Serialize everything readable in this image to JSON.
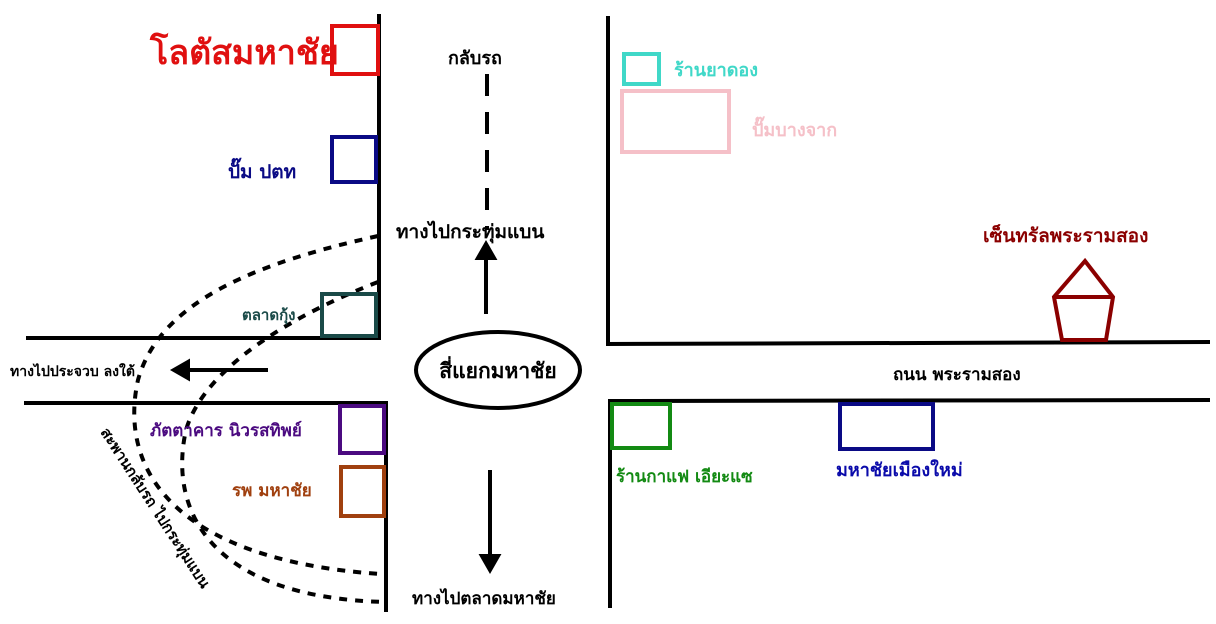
{
  "colors": {
    "road": "#000000",
    "red": "#e01010",
    "navy": "#0a0a85",
    "teal": "#1a4a48",
    "purple": "#4b0a80",
    "brown": "#a0400f",
    "cyan": "#40d8c8",
    "pink": "#f5c0c8",
    "darkred": "#8b0000",
    "green": "#138a13",
    "blue": "#0a0aaa",
    "black": "#000000"
  },
  "labels": {
    "lotus": "โลตัสมหาชัย",
    "ptt": "ปั๊ม ปตท",
    "taladkung": "ตลาดกุ้ง",
    "pattakarn": "ภัตตาคาร นิวรสทิพย์",
    "hospital": "รพ มหาชัย",
    "uturn": "กลับรถ",
    "to_krathumbaen": "ทางไปกระทุ่มแบน",
    "intersection": "สี่แยกมหาชัย",
    "to_prachuap": "ทางไปประจวบ ลงใต้",
    "bridge": "สะพานกลับรถ ไปกระทุ่มแบน",
    "to_market": "ทางไปตลาดมหาชัย",
    "pharmacy": "ร้านยาดอง",
    "bangchak": "ปั๊มบางจาก",
    "central": "เซ็นทรัลพระรามสอง",
    "road_rama2": "ถนน พระรามสอง",
    "cafe": "ร้านกาแฟ เอียะแซ",
    "mahachai_muangmai": "มหาชัยเมืองใหม่"
  },
  "icons": {
    "central": "house-icon"
  }
}
